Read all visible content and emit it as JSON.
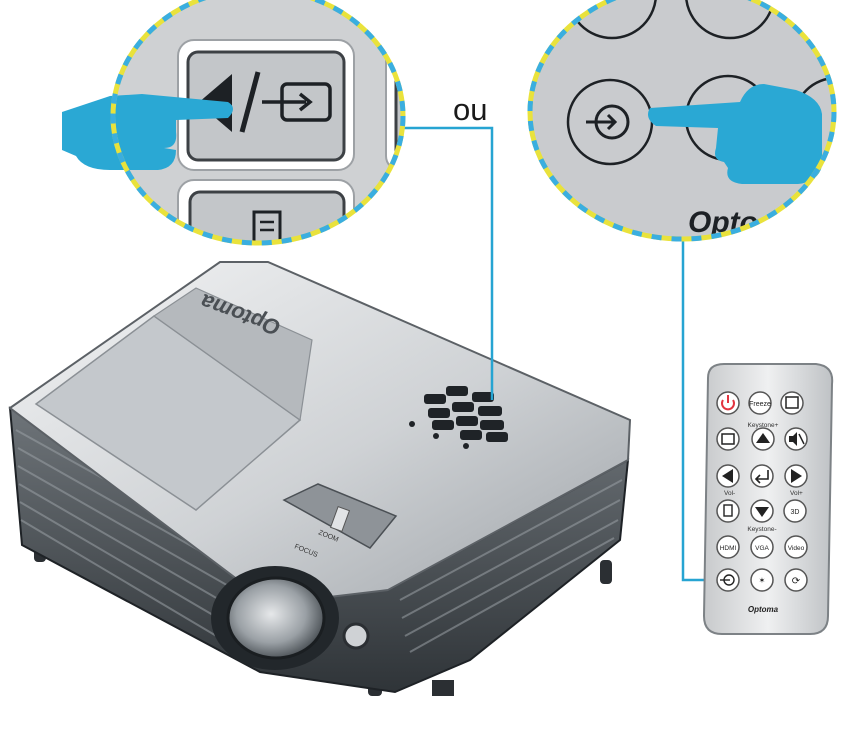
{
  "separator_text": "ou",
  "brand": {
    "logo_text_zoom": "Opto",
    "logo_text_projector": "Optoma",
    "logo_text_remote": "Optoma"
  },
  "projector_labels": {
    "zoom_label": "ZOOM",
    "focus_label": "FOCUS"
  },
  "remote": {
    "freeze": "Freeze",
    "keystone_plus": "Keystone+",
    "keystone_minus": "Keystone-",
    "vol_minus": "Vol-",
    "vol_plus": "Vol+",
    "three_d": "3D",
    "hdmi": "HDMI",
    "vga": "VGA",
    "video": "Video"
  },
  "colors": {
    "hand": "#2aa8d4",
    "leader_line": "#26a4d2",
    "dash_border_yellow": "#e9e23c",
    "dash_border_blue": "#3aaee0",
    "power_red": "#e2343f",
    "zoom_bg": "#cfd1d3"
  },
  "icons": {
    "left_zoom": [
      "volume-left-icon",
      "source-input-icon",
      "menu-icon",
      "hand-pointer-icon"
    ],
    "right_zoom": [
      "source-input-icon",
      "hand-pointer-icon"
    ]
  }
}
